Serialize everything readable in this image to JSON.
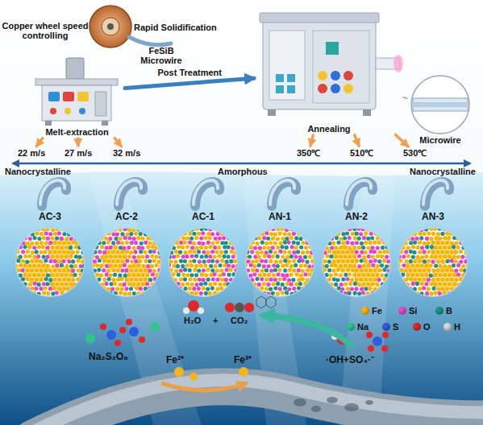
{
  "diagram": {
    "nodes": [
      {
        "text": [
          "Melt-extraction"
        ]
      },
      {
        "text": [
          "Annealing"
        ]
      },
      {
        "text": [
          "Microwire"
        ]
      },
      {
        "text": [
          "22 m/s"
        ]
      },
      {
        "text": [
          "27 m/s"
        ]
      },
      {
        "text": [
          "32 m/s"
        ]
      },
      {
        "text": [
          "350℃"
        ]
      },
      {
        "text": [
          "510℃"
        ]
      },
      {
        "text": [
          "530℃"
        ]
      },
      {
        "text": [
          "AC-3"
        ]
      },
      {
        "text": [
          "AC-2"
        ]
      },
      {
        "text": [
          "AC-1"
        ]
      },
      {
        "text": [
          "AN-1"
        ]
      },
      {
        "text": [
          "AN-2"
        ]
      },
      {
        "text": [
          "AN-3"
        ]
      }
    ],
    "edges": [
      {
        "from": 0,
        "to": 1,
        "label": "Post Treatment",
        "arrow": "to"
      },
      {
        "from": 0,
        "to": 3,
        "arrow": "to"
      },
      {
        "from": 0,
        "to": 4,
        "arrow": "to"
      },
      {
        "from": 0,
        "to": 5,
        "arrow": "to"
      },
      {
        "from": 1,
        "to": 6,
        "arrow": "to"
      },
      {
        "from": 1,
        "to": 7,
        "arrow": "to"
      },
      {
        "from": 1,
        "to": 8,
        "arrow": "to"
      },
      {
        "from": 1,
        "to": 2,
        "arrow": "none"
      }
    ],
    "labels": [
      "Copper wheel speed controlling",
      "Rapid Solidification",
      "FeSiB Microwire",
      "Nanocrystalline",
      "Amorphous",
      "Nanocrystalline",
      "Na₂S₂O₈",
      "Fe²⁺",
      "Fe³⁺",
      "H₂O",
      "+",
      "CO₂",
      "·OH+SO₄·⁻"
    ],
    "legend": [
      {
        "text": "Fe",
        "color": "#f5b400"
      },
      {
        "text": "Si",
        "color": "#e546c8"
      },
      {
        "text": "B",
        "color": "#1f8f8f"
      },
      {
        "text": "Na",
        "color": "#2fc48a"
      },
      {
        "text": "S",
        "color": "#2a5fe0"
      },
      {
        "text": "O",
        "color": "#e0282a"
      },
      {
        "text": "H",
        "color": "#d9d9d9"
      }
    ]
  }
}
